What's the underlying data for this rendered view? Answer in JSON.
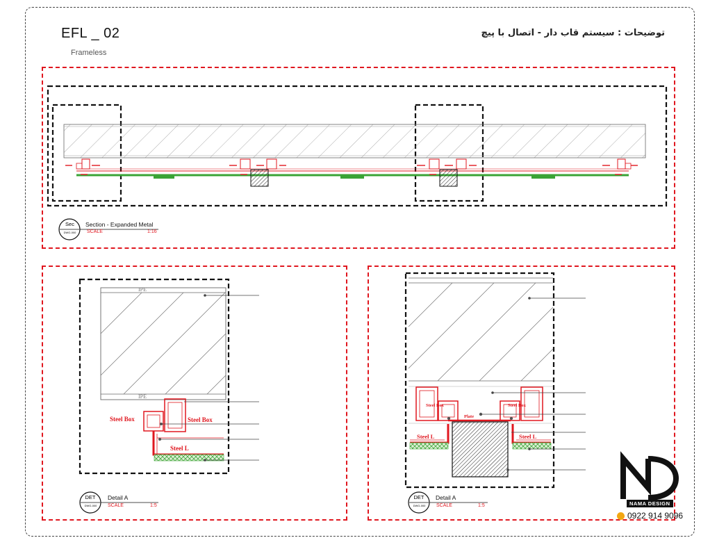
{
  "sheet": {
    "title": "EFL _ 02",
    "subtitle": "Frameless",
    "note_fa": "توضیحات : سیستم قاب دار - اتصال با پیچ"
  },
  "section_view": {
    "tag_code": "Sec",
    "tag_ref": "DWG-000",
    "caption": "Section - Expanded Metal",
    "scale_label": "SCALE",
    "scale_value": "1:16"
  },
  "detail_left": {
    "tag_code": "DET",
    "tag_ref": "DWG-000",
    "caption": "Detail A",
    "scale_label": "SCALE",
    "scale_value": "1:5",
    "profile_top": "IPE",
    "profile_bottom": "IPE",
    "label_box_left": "Steel Box",
    "label_box_right": "Steel Box",
    "label_angle": "Steel L"
  },
  "detail_right": {
    "tag_code": "DET",
    "tag_ref": "DWG-000",
    "caption": "Detail A",
    "scale_label": "SCALE",
    "scale_value": "1:5",
    "label_box_left": "Steel Box",
    "label_box_right": "Steel Box",
    "label_plate": "Plate",
    "label_angle_left": "Steel L",
    "label_angle_right": "Steel L"
  },
  "brand": {
    "name": "NAMA DESIGN",
    "phone": "0922 914 9096",
    "logo_icon": "nd-monogram-icon",
    "phone_icon": "phone-icon"
  },
  "colors": {
    "accent_red": "#e0171f",
    "mesh_green": "#3aa335",
    "line_dark": "#222222",
    "phone_icon": "#f3a712"
  }
}
